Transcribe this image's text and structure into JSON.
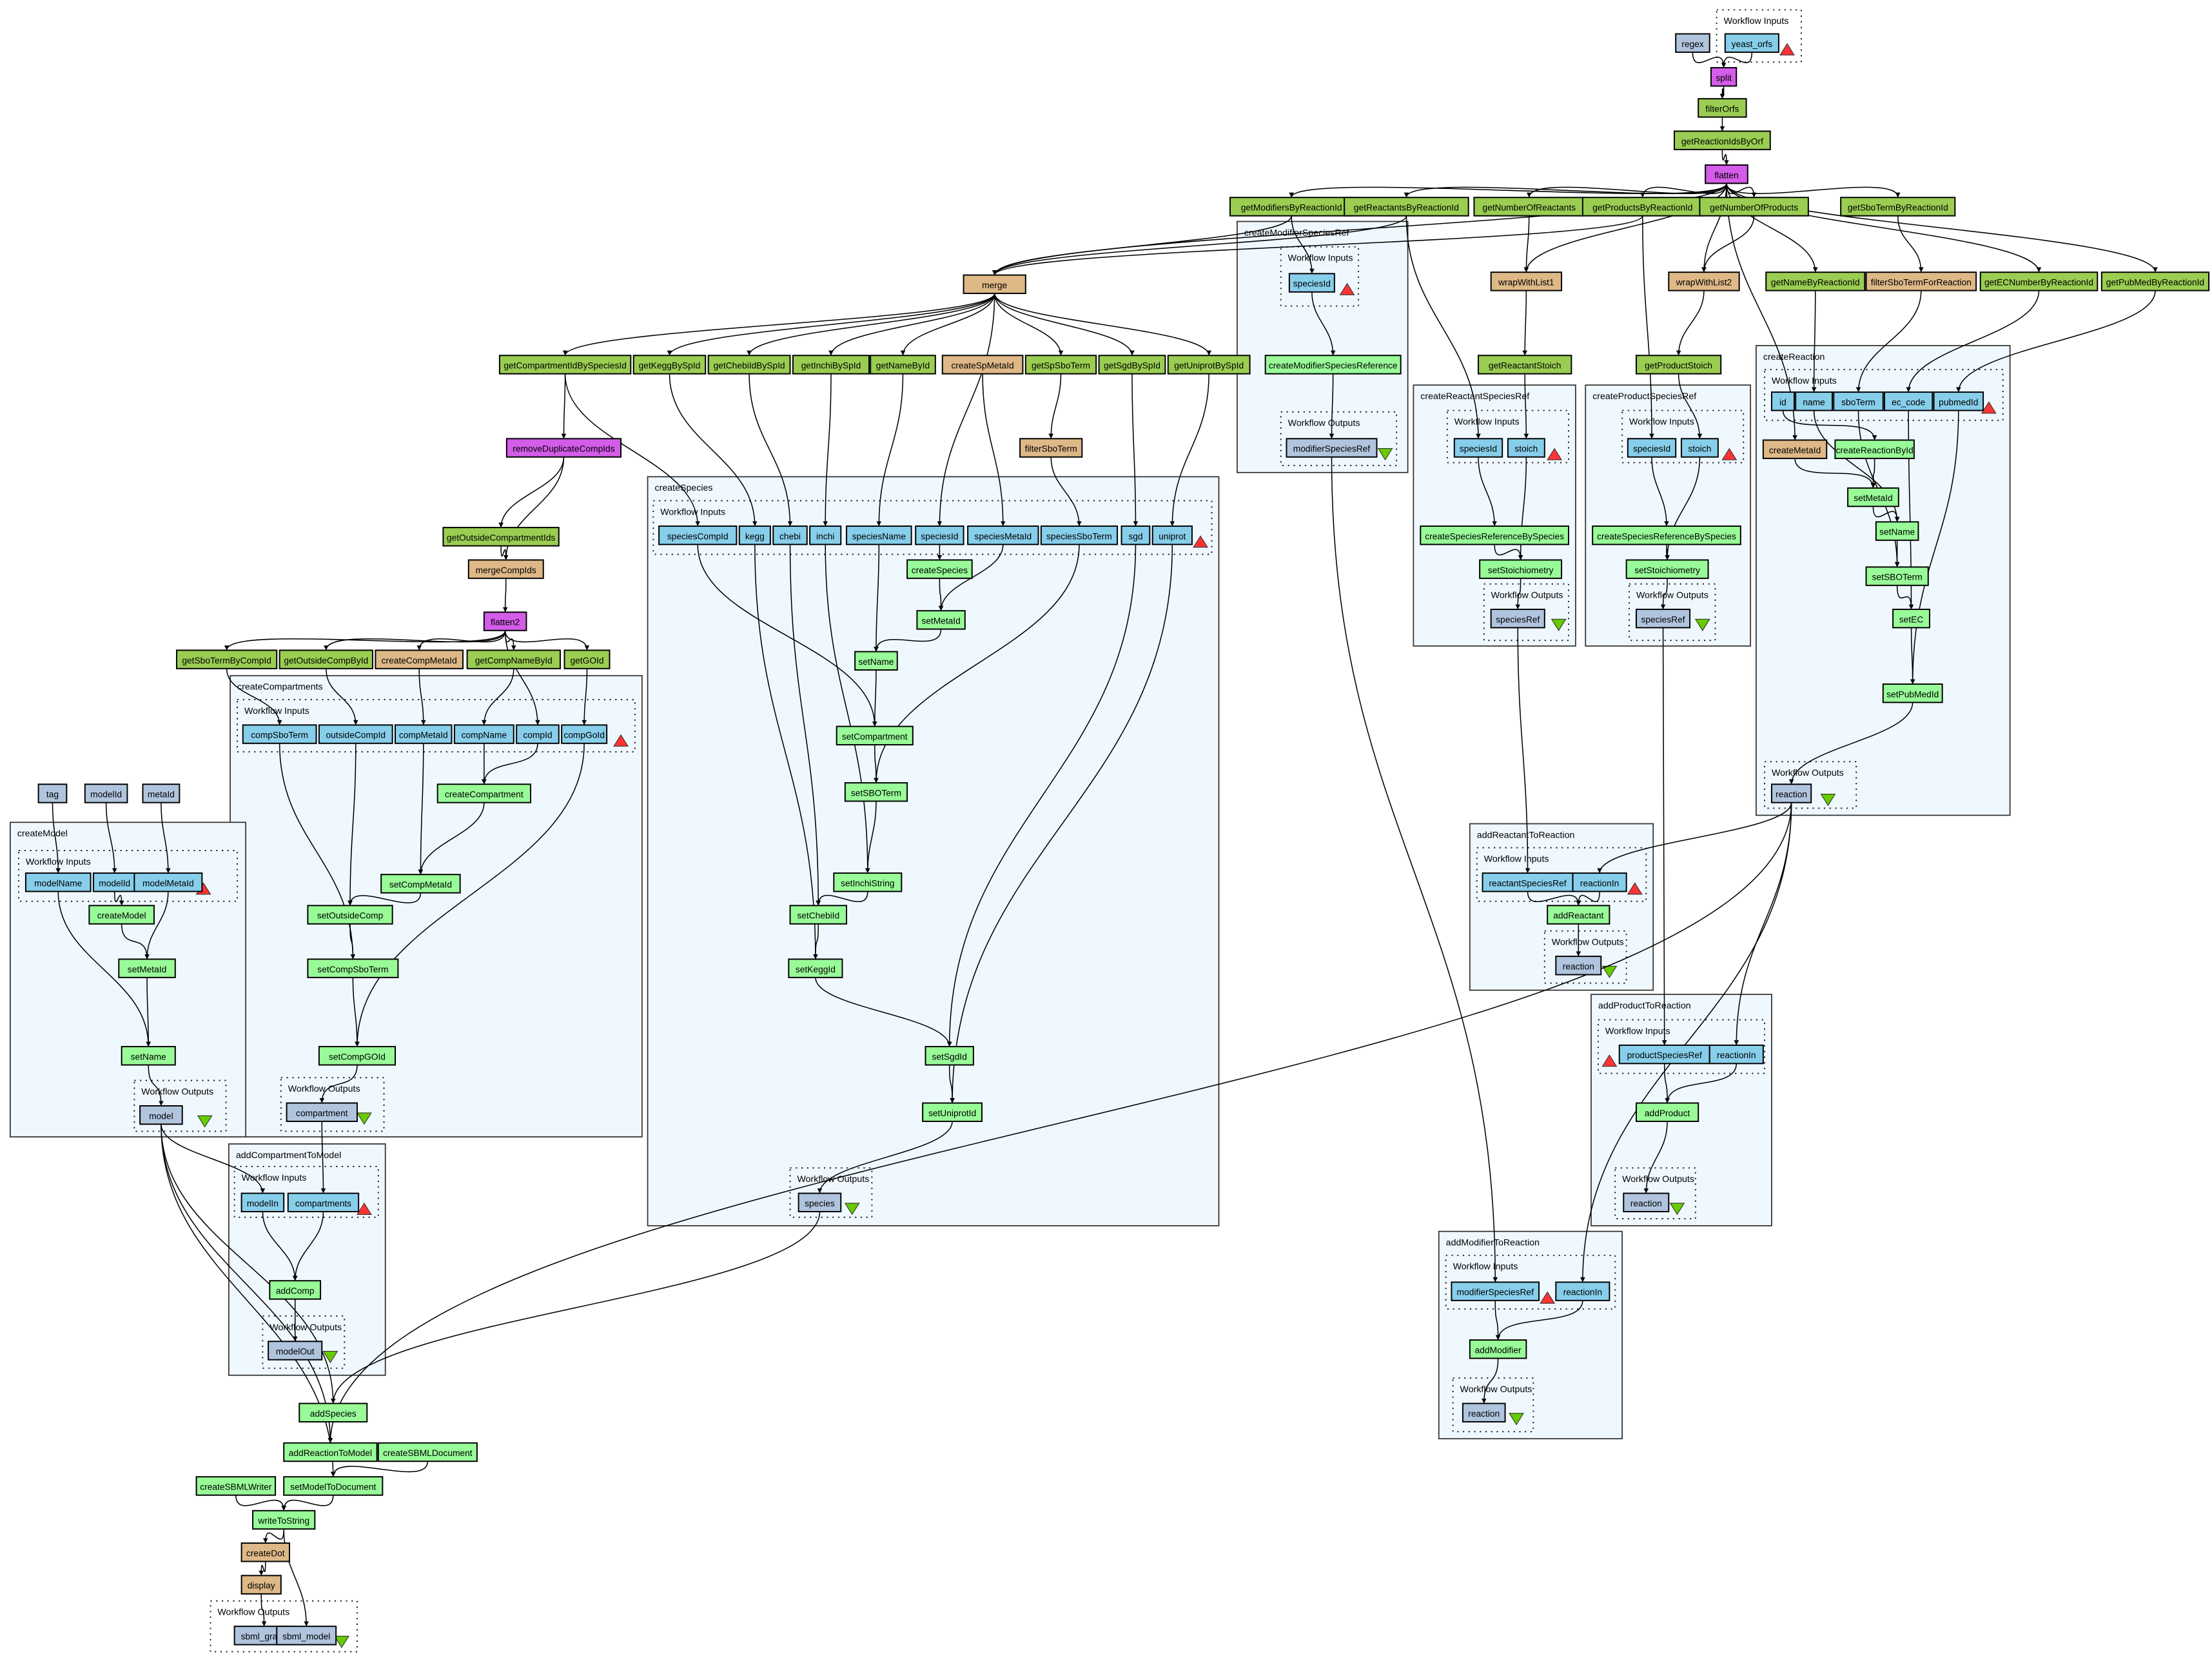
{
  "labels": {
    "workflow_inputs": "Workflow Inputs",
    "workflow_outputs": "Workflow Outputs"
  },
  "colors": {
    "workflow_input_port": "#87ceeb",
    "workflow_output_port": "#b0c4de",
    "constant": "#b0c4de",
    "service": "#9acd52",
    "beanshell": "#deb887",
    "local_worker": "#d35ce8",
    "nested_processor": "#98fb98",
    "cluster_background": "#f0f8ff",
    "input_marker": "#ff3333",
    "output_marker": "#66cc00"
  },
  "clusters": {
    "createModifierSpeciesRef": {
      "title": "createModifierSpeciesRef"
    },
    "createReactantSpeciesRef": {
      "title": "createReactantSpeciesRef"
    },
    "createProductSpeciesRef": {
      "title": "createProductSpeciesRef"
    },
    "createReaction": {
      "title": "createReaction"
    },
    "createSpecies": {
      "title": "createSpecies"
    },
    "createCompartments": {
      "title": "createCompartments"
    },
    "createModel": {
      "title": "createModel"
    },
    "addCompartmentToModel": {
      "title": "addCompartmentToModel"
    },
    "addReactantToReaction": {
      "title": "addReactantToReaction"
    },
    "addProductToReaction": {
      "title": "addProductToReaction"
    },
    "addModifierToReaction": {
      "title": "addModifierToReaction"
    },
    "top": {
      "title": ""
    },
    "final": {
      "title": ""
    }
  },
  "nodes": {
    "regex": {
      "label": "regex",
      "kind": "constant"
    },
    "yeast_orfs": {
      "label": "yeast_orfs",
      "kind": "workflow_input_port"
    },
    "split": {
      "label": "split",
      "kind": "local_worker"
    },
    "filterOrfs": {
      "label": "filterOrfs",
      "kind": "service"
    },
    "getReactionIdsByOrf": {
      "label": "getReactionIdsByOrf",
      "kind": "service"
    },
    "flatten": {
      "label": "flatten",
      "kind": "local_worker"
    },
    "gMod": {
      "label": "getModifiersByReactionId",
      "kind": "service"
    },
    "gReact": {
      "label": "getReactantsByReactionId",
      "kind": "service"
    },
    "gNumR": {
      "label": "getNumberOfReactants",
      "kind": "service"
    },
    "gProd": {
      "label": "getProductsByReactionId",
      "kind": "service"
    },
    "gNumP": {
      "label": "getNumberOfProducts",
      "kind": "service"
    },
    "gSboR": {
      "label": "getSboTermByReactionId",
      "kind": "service"
    },
    "merge": {
      "label": "merge",
      "kind": "beanshell"
    },
    "cmsr_speciesId": {
      "label": "speciesId",
      "kind": "workflow_input_port"
    },
    "cmsr_create": {
      "label": "createModifierSpeciesReference",
      "kind": "nested_processor"
    },
    "cmsr_out": {
      "label": "modifierSpeciesRef",
      "kind": "workflow_output_port"
    },
    "wrap1": {
      "label": "wrapWithList1",
      "kind": "beanshell"
    },
    "wrap2": {
      "label": "wrapWithList2",
      "kind": "beanshell"
    },
    "gNameR": {
      "label": "getNameByReactionId",
      "kind": "service"
    },
    "filterSboR": {
      "label": "filterSboTermForReaction",
      "kind": "beanshell"
    },
    "gEC": {
      "label": "getECNumberByReactionId",
      "kind": "service"
    },
    "gPub": {
      "label": "getPubMedByReactionId",
      "kind": "service"
    },
    "gCompSp": {
      "label": "getCompartmentIdBySpeciesId",
      "kind": "service"
    },
    "gKegg": {
      "label": "getKeggBySpId",
      "kind": "service"
    },
    "gChebi": {
      "label": "getChebiIdBySpId",
      "kind": "service"
    },
    "gInchi": {
      "label": "getInchiBySpId",
      "kind": "service"
    },
    "gNameId": {
      "label": "getNameById",
      "kind": "service"
    },
    "createSpMetaId": {
      "label": "createSpMetaId",
      "kind": "beanshell"
    },
    "gSpSbo": {
      "label": "getSpSboTerm",
      "kind": "service"
    },
    "gSgd": {
      "label": "getSgdBySpId",
      "kind": "service"
    },
    "gUniprot": {
      "label": "getUniprotBySpId",
      "kind": "service"
    },
    "gRStoich": {
      "label": "getReactantStoich",
      "kind": "service"
    },
    "gPStoich": {
      "label": "getProductStoich",
      "kind": "service"
    },
    "cr_id": {
      "label": "id",
      "kind": "workflow_input_port"
    },
    "cr_name": {
      "label": "name",
      "kind": "workflow_input_port"
    },
    "cr_sbo": {
      "label": "sboTerm",
      "kind": "workflow_input_port"
    },
    "cr_ec": {
      "label": "ec_code",
      "kind": "workflow_input_port"
    },
    "cr_pub": {
      "label": "pubmedId",
      "kind": "workflow_input_port"
    },
    "cr_createMetaId": {
      "label": "createMetaId",
      "kind": "beanshell"
    },
    "cr_createById": {
      "label": "createReactionById",
      "kind": "nested_processor"
    },
    "cr_setMetaId": {
      "label": "setMetaId",
      "kind": "nested_processor"
    },
    "cr_setName": {
      "label": "setName",
      "kind": "nested_processor"
    },
    "cr_setSBO": {
      "label": "setSBOTerm",
      "kind": "nested_processor"
    },
    "cr_setEC": {
      "label": "setEC",
      "kind": "nested_processor"
    },
    "cr_setPub": {
      "label": "setPubMedId",
      "kind": "nested_processor"
    },
    "cr_out": {
      "label": "reaction",
      "kind": "workflow_output_port"
    },
    "removeDup": {
      "label": "removeDuplicateCompIds",
      "kind": "local_worker"
    },
    "filterSbo": {
      "label": "filterSboTerm",
      "kind": "beanshell"
    },
    "crs_speciesId": {
      "label": "speciesId",
      "kind": "workflow_input_port"
    },
    "crs_stoich": {
      "label": "stoich",
      "kind": "workflow_input_port"
    },
    "crs_create": {
      "label": "createSpeciesReferenceBySpecies",
      "kind": "nested_processor"
    },
    "crs_setStoich": {
      "label": "setStoichiometry",
      "kind": "nested_processor"
    },
    "crs_out": {
      "label": "speciesRef",
      "kind": "workflow_output_port"
    },
    "cps_speciesId": {
      "label": "speciesId",
      "kind": "workflow_input_port"
    },
    "cps_stoich": {
      "label": "stoich",
      "kind": "workflow_input_port"
    },
    "cps_create": {
      "label": "createSpeciesReferenceBySpecies",
      "kind": "nested_processor"
    },
    "cps_setStoich": {
      "label": "setStoichiometry",
      "kind": "nested_processor"
    },
    "cps_out": {
      "label": "speciesRef",
      "kind": "workflow_output_port"
    },
    "getOutsideCompIds": {
      "label": "getOutsideCompartmentIds",
      "kind": "service"
    },
    "mergeCompIds": {
      "label": "mergeCompIds",
      "kind": "beanshell"
    },
    "cs_compId": {
      "label": "speciesCompId",
      "kind": "workflow_input_port"
    },
    "cs_kegg": {
      "label": "kegg",
      "kind": "workflow_input_port"
    },
    "cs_chebi": {
      "label": "chebi",
      "kind": "workflow_input_port"
    },
    "cs_inchi": {
      "label": "inchi",
      "kind": "workflow_input_port"
    },
    "cs_name": {
      "label": "speciesName",
      "kind": "workflow_input_port"
    },
    "cs_id": {
      "label": "speciesId",
      "kind": "workflow_input_port"
    },
    "cs_metaId": {
      "label": "speciesMetaId",
      "kind": "workflow_input_port"
    },
    "cs_sbo": {
      "label": "speciesSboTerm",
      "kind": "workflow_input_port"
    },
    "cs_sgd": {
      "label": "sgd",
      "kind": "workflow_input_port"
    },
    "cs_uniprot": {
      "label": "uniprot",
      "kind": "workflow_input_port"
    },
    "cs_create": {
      "label": "createSpecies",
      "kind": "nested_processor"
    },
    "cs_setMetaId": {
      "label": "setMetaId",
      "kind": "nested_processor"
    },
    "cs_setName": {
      "label": "setName",
      "kind": "nested_processor"
    },
    "cs_setComp": {
      "label": "setCompartment",
      "kind": "nested_processor"
    },
    "cs_setSBO": {
      "label": "setSBOTerm",
      "kind": "nested_processor"
    },
    "cs_setInchi": {
      "label": "setInchiString",
      "kind": "nested_processor"
    },
    "cs_setChebi": {
      "label": "setChebiId",
      "kind": "nested_processor"
    },
    "cs_setKegg": {
      "label": "setKeggId",
      "kind": "nested_processor"
    },
    "cs_setSgd": {
      "label": "setSgdId",
      "kind": "nested_processor"
    },
    "cs_setUniprot": {
      "label": "setUniprotId",
      "kind": "nested_processor"
    },
    "cs_out": {
      "label": "species",
      "kind": "workflow_output_port"
    },
    "flatten2": {
      "label": "flatten2",
      "kind": "local_worker"
    },
    "gSboC": {
      "label": "getSboTermByCompId",
      "kind": "service"
    },
    "gOutC": {
      "label": "getOutsideCompById",
      "kind": "service"
    },
    "createCompMetaId": {
      "label": "createCompMetaId",
      "kind": "beanshell"
    },
    "gCompName": {
      "label": "getCompNameById",
      "kind": "service"
    },
    "gGO": {
      "label": "getGOId",
      "kind": "service"
    },
    "cc_sbo": {
      "label": "compSboTerm",
      "kind": "workflow_input_port"
    },
    "cc_outside": {
      "label": "outsideCompId",
      "kind": "workflow_input_port"
    },
    "cc_metaId": {
      "label": "compMetaId",
      "kind": "workflow_input_port"
    },
    "cc_name": {
      "label": "compName",
      "kind": "workflow_input_port"
    },
    "cc_id": {
      "label": "compId",
      "kind": "workflow_input_port"
    },
    "cc_go": {
      "label": "compGoId",
      "kind": "workflow_input_port"
    },
    "cc_create": {
      "label": "createCompartment",
      "kind": "nested_processor"
    },
    "cc_setMeta": {
      "label": "setCompMetaId",
      "kind": "nested_processor"
    },
    "cc_setOutside": {
      "label": "setOutsideComp",
      "kind": "nested_processor"
    },
    "cc_setSbo": {
      "label": "setCompSboTerm",
      "kind": "nested_processor"
    },
    "cc_setGO": {
      "label": "setCompGOId",
      "kind": "nested_processor"
    },
    "cc_out": {
      "label": "compartment",
      "kind": "workflow_output_port"
    },
    "tag": {
      "label": "tag",
      "kind": "constant"
    },
    "modelId": {
      "label": "modelId",
      "kind": "constant"
    },
    "metaId": {
      "label": "metaId",
      "kind": "constant"
    },
    "cm_name": {
      "label": "modelName",
      "kind": "workflow_input_port"
    },
    "cm_id": {
      "label": "modelId",
      "kind": "workflow_input_port"
    },
    "cm_metaId": {
      "label": "modelMetaId",
      "kind": "workflow_input_port"
    },
    "cm_create": {
      "label": "createModel",
      "kind": "nested_processor"
    },
    "cm_setMeta": {
      "label": "setMetaId",
      "kind": "nested_processor"
    },
    "cm_setName": {
      "label": "setName",
      "kind": "nested_processor"
    },
    "cm_out": {
      "label": "model",
      "kind": "workflow_output_port"
    },
    "ac_modelIn": {
      "label": "modelIn",
      "kind": "workflow_input_port"
    },
    "ac_comps": {
      "label": "compartments",
      "kind": "workflow_input_port"
    },
    "ac_addComp": {
      "label": "addComp",
      "kind": "nested_processor"
    },
    "ac_out": {
      "label": "modelOut",
      "kind": "workflow_output_port"
    },
    "addSpecies": {
      "label": "addSpecies",
      "kind": "nested_processor"
    },
    "addReactionToModel": {
      "label": "addReactionToModel",
      "kind": "nested_processor"
    },
    "createSBMLDocument": {
      "label": "createSBMLDocument",
      "kind": "nested_processor"
    },
    "createSBMLWriter": {
      "label": "createSBMLWriter",
      "kind": "nested_processor"
    },
    "setModelToDocument": {
      "label": "setModelToDocument",
      "kind": "nested_processor"
    },
    "writeToString": {
      "label": "writeToString",
      "kind": "nested_processor"
    },
    "createDot": {
      "label": "createDot",
      "kind": "beanshell"
    },
    "display": {
      "label": "display",
      "kind": "beanshell"
    },
    "out_graph": {
      "label": "sbml_graph",
      "kind": "workflow_output_port"
    },
    "out_model": {
      "label": "sbml_model",
      "kind": "workflow_output_port"
    },
    "ar_rsr": {
      "label": "reactantSpeciesRef",
      "kind": "workflow_input_port"
    },
    "ar_rin": {
      "label": "reactionIn",
      "kind": "workflow_input_port"
    },
    "ar_add": {
      "label": "addReactant",
      "kind": "nested_processor"
    },
    "ar_out": {
      "label": "reaction",
      "kind": "workflow_output_port"
    },
    "ap_psr": {
      "label": "productSpeciesRef",
      "kind": "workflow_input_port"
    },
    "ap_rin": {
      "label": "reactionIn",
      "kind": "workflow_input_port"
    },
    "ap_add": {
      "label": "addProduct",
      "kind": "nested_processor"
    },
    "ap_out": {
      "label": "reaction",
      "kind": "workflow_output_port"
    },
    "am_msr": {
      "label": "modifierSpeciesRef",
      "kind": "workflow_input_port"
    },
    "am_rin": {
      "label": "reactionIn",
      "kind": "workflow_input_port"
    },
    "am_add": {
      "label": "addModifier",
      "kind": "nested_processor"
    },
    "am_out": {
      "label": "reaction",
      "kind": "workflow_output_port"
    }
  }
}
